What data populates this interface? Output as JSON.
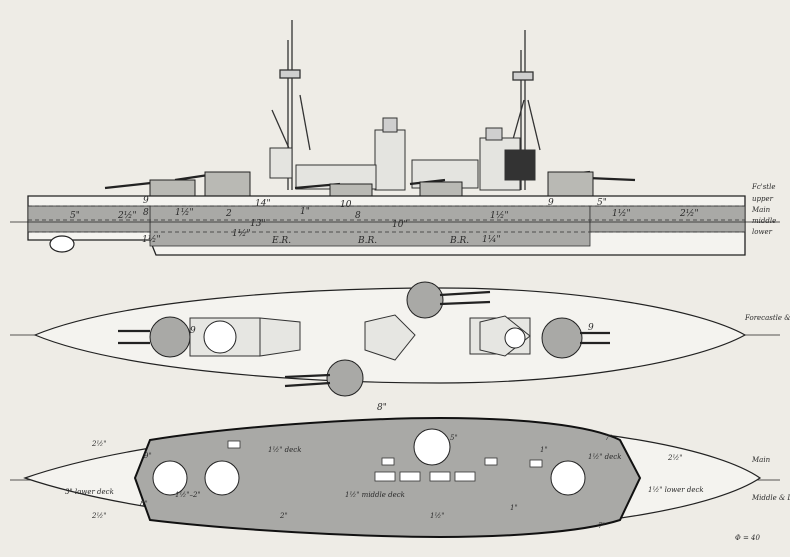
{
  "profile": {
    "deck_labels": [
      "Fc'stle",
      "upper",
      "Main",
      "middle",
      "lower"
    ],
    "armour_marks": {
      "a1": "5\"",
      "a2": "2½\"",
      "a3": "9",
      "a4": "8",
      "a5": "1½\"",
      "a6": "2",
      "a7": "10",
      "a8": "1\"",
      "a9": "8",
      "a10": "10\"",
      "a11": "14\"",
      "a12": "9",
      "a13": "1½\"",
      "a14": "2½\"",
      "a15": "5\"",
      "a16": "1½\"",
      "a17": "13\"",
      "a18": "1½\"",
      "a19": "E.R.",
      "a20": "B.R.",
      "a21": "B.R.",
      "a22": "1¼\"",
      "a23": "1½\""
    }
  },
  "plan": {
    "deck_label": "Forecastle & upper",
    "barbette_marks": [
      "9",
      "9"
    ]
  },
  "lower_plan": {
    "deck_labels": [
      "Main",
      "Middle & Lower"
    ],
    "top_mark": "8\"",
    "marks": {
      "m1": "2½\"",
      "m2": "9\"",
      "m3": "1½\" deck",
      "m4": "5\"",
      "m5": "1\"",
      "m6": "1½\" deck",
      "m7": "2½\"",
      "m8": "3\" lower deck",
      "m9": "1½\"–2\"",
      "m10": "1½\" middle deck",
      "m11": "1½\" lower deck",
      "m12": "2½\"",
      "m13": "8\"",
      "m14": "7\"",
      "m15": "1\"",
      "m16": "2\"",
      "m17": "1½\"",
      "m18": "7\""
    },
    "scale_note": "Φ = 40"
  }
}
